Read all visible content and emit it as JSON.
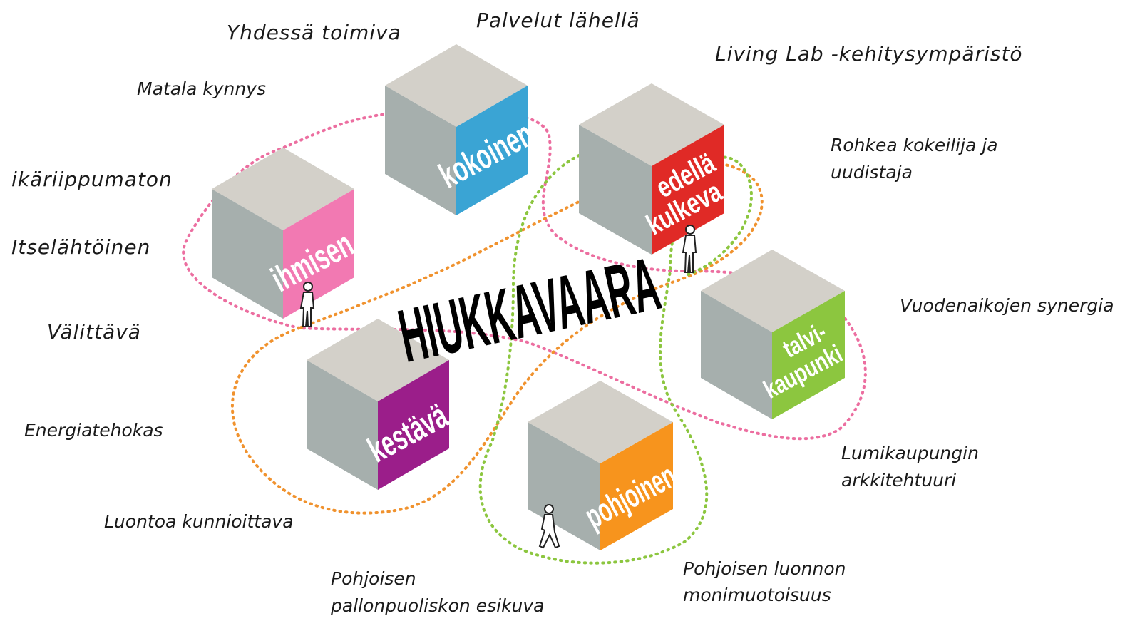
{
  "title": "HIUKKAVAARA",
  "colors": {
    "pink_loop": "#ec6ea0",
    "orange_loop": "#f0922e",
    "green_loop": "#8cc63f",
    "cube_top": "#d3d0c9",
    "cube_side": "#a6afad"
  },
  "cubes": {
    "kokoinen": {
      "label": "kokoinen",
      "color": "#3aa4d4"
    },
    "edella": {
      "line1": "edellä",
      "line2": "kulkeva",
      "color": "#e02a26"
    },
    "ihmisen": {
      "label": "ihmisen",
      "color": "#f279b2"
    },
    "talvi": {
      "line1": "talvi-",
      "line2": "kaupunki",
      "color": "#8cc63f"
    },
    "kestava": {
      "label": "kestävä",
      "color": "#9b1e8a"
    },
    "pohjoinen": {
      "label": "pohjoinen",
      "color": "#f7941d"
    }
  },
  "labels": {
    "yhdessa": "Yhdessä toimiva",
    "palvelut": "Palvelut lähellä",
    "livinglab": "Living Lab -kehitysympäristö",
    "matala": "Matala kynnys",
    "rohkea1": "Rohkea kokeilija ja",
    "rohkea2": "uudistaja",
    "ikariippumaton": "ikäriippumaton",
    "itselahtoinen": "Itselähtöinen",
    "valittava": "Välittävä",
    "vuodenaikojen": "Vuodenaikojen synergia",
    "energiatehokas": "Energiatehokas",
    "lumikaupungin1": "Lumikaupungin",
    "lumikaupungin2": "arkkitehtuuri",
    "luontoa": "Luontoa kunnioittava",
    "pohjoisen_luonnon1": "Pohjoisen luonnon",
    "pohjoisen_luonnon2": "monimuotoisuus",
    "pallonpuolisko1": "Pohjoisen",
    "pallonpuolisko2": "pallonpuoliskon esikuva"
  }
}
